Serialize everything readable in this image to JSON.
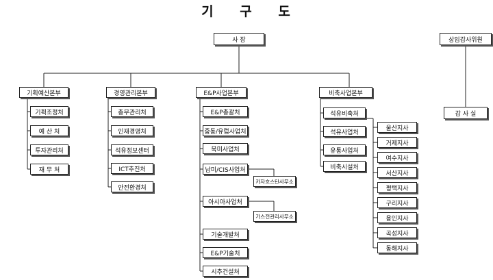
{
  "title": [
    "기",
    "구",
    "도"
  ],
  "ceo": "사   장",
  "audit_committee": "상임감사위원",
  "audit_office": "감  사  실",
  "hq": [
    {
      "name": "기획예산본부",
      "depts": [
        "기획조정처",
        "예  산  처",
        "투자관리처",
        "재  무  처"
      ]
    },
    {
      "name": "경영관리본부",
      "depts": [
        "총무관리처",
        "인재경영처",
        "석유정보센터",
        "ICT추진처",
        "안전환경처"
      ]
    },
    {
      "name": "E&P사업본부",
      "depts": [
        "E&P총괄처",
        "중동/유럽사업처",
        "북미사업처",
        "남미/CIS사업처",
        "아시아사업처",
        "기술개발처",
        "E&P기술처",
        "시추건설처"
      ]
    },
    {
      "name": "비축사업본부",
      "depts": [
        "석유비축처",
        "석유사업처",
        "유통사업처",
        "비축시설처"
      ]
    }
  ],
  "sub_offices": {
    "cis": "카자흐스탄사무소",
    "asia": "가스전관리사무소"
  },
  "branches": [
    "울산지사",
    "거제지사",
    "여수지사",
    "서산지사",
    "평택지사",
    "구리지사",
    "용인지사",
    "곡성지사",
    "동해지사"
  ]
}
